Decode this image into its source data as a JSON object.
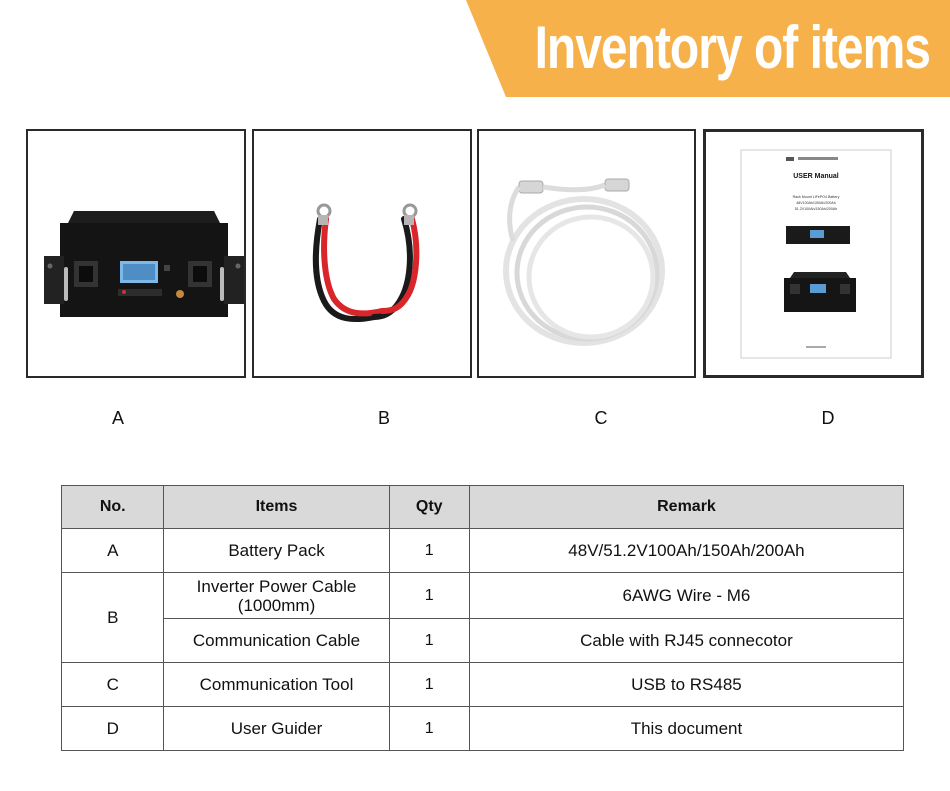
{
  "banner": {
    "title": "Inventory of items",
    "color": "#f7b14a"
  },
  "items_gallery": [
    {
      "letter": "A",
      "image": "battery-pack-photo"
    },
    {
      "letter": "B",
      "image": "power-cable-photo"
    },
    {
      "letter": "C",
      "image": "communication-cable-photo"
    },
    {
      "letter": "D",
      "image": "user-manual-photo"
    }
  ],
  "manual": {
    "title": "USER Manual",
    "line1": "Rack Mount LiFePO4 Battery",
    "line2": "48V100Ah/150Ah/200Ah",
    "line3": "51.2V100Ah/150Ah/200Ah"
  },
  "table": {
    "headers": {
      "no": "No.",
      "items": "Items",
      "qty": "Qty",
      "remark": "Remark"
    },
    "rows": [
      {
        "no": "A",
        "item": "Battery Pack",
        "qty": "1",
        "remark": "48V/51.2V100Ah/150Ah/200Ah"
      },
      {
        "no": "B",
        "item_line1": "Inverter Power Cable",
        "item_line2": "(1000mm)",
        "qty": "1",
        "remark": "6AWG Wire - M6"
      },
      {
        "item": "Communication Cable",
        "qty": "1",
        "remark": "Cable with RJ45 connecotor"
      },
      {
        "no": "C",
        "item": "Communication Tool",
        "qty": "1",
        "remark": "USB to RS485"
      },
      {
        "no": "D",
        "item": "User Guider",
        "qty": "1",
        "remark": "This document"
      }
    ]
  }
}
